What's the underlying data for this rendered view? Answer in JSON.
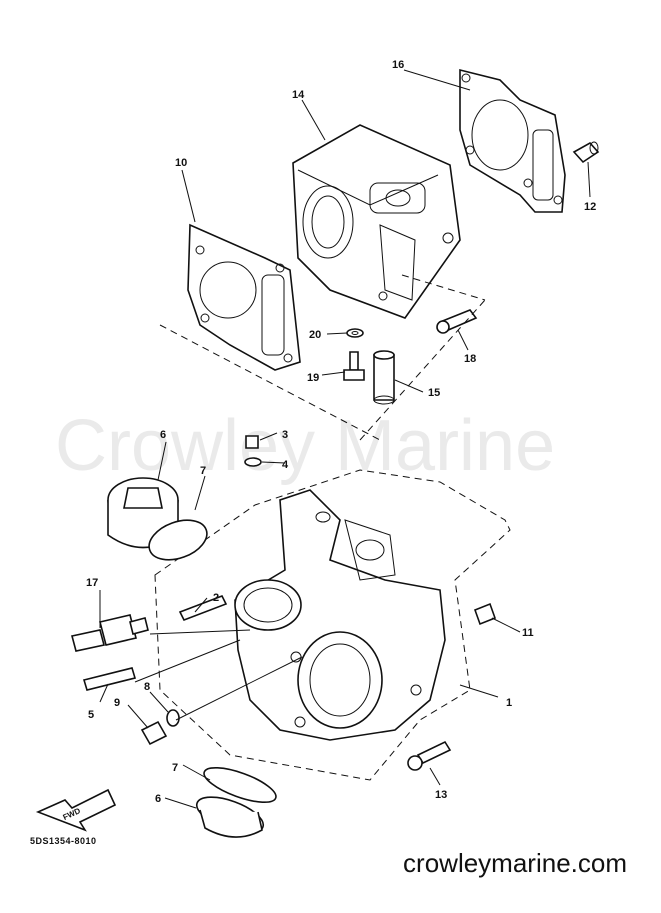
{
  "watermark": "Crowley Marine",
  "site_url": "crowleymarine.com",
  "part_code": "5DS1354-8010",
  "fwd_label": "FWD",
  "callouts": [
    "1",
    "2",
    "3",
    "4",
    "5",
    "6",
    "7",
    "8",
    "9",
    "10",
    "11",
    "12",
    "13",
    "14",
    "15",
    "16",
    "17",
    "18",
    "19",
    "20"
  ],
  "callouts_lower": [
    "7",
    "6"
  ]
}
